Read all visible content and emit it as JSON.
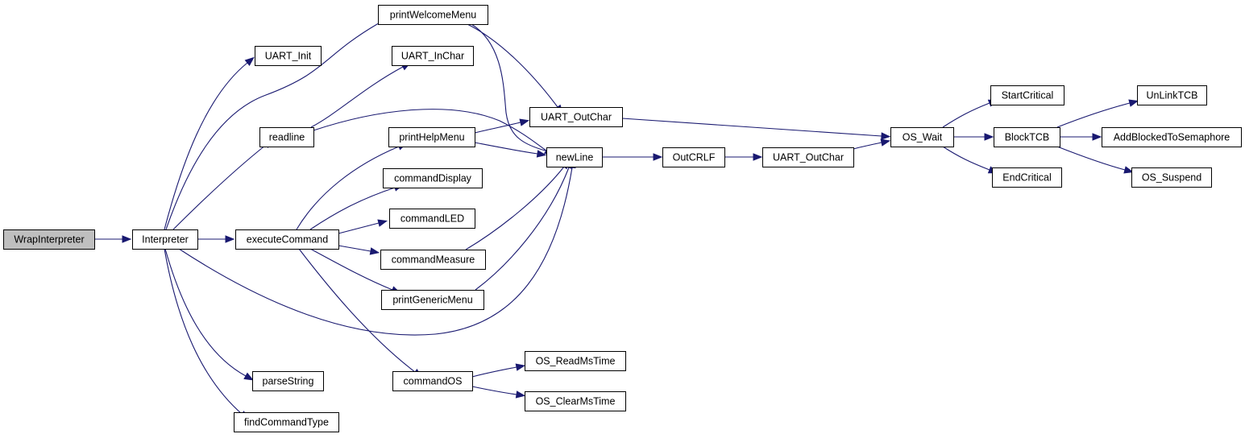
{
  "diagram": {
    "nodes": [
      {
        "id": "WrapInterpreter",
        "label": "WrapInterpreter",
        "root": true
      },
      {
        "id": "Interpreter",
        "label": "Interpreter"
      },
      {
        "id": "UART_Init",
        "label": "UART_Init"
      },
      {
        "id": "printWelcomeMenu",
        "label": "printWelcomeMenu"
      },
      {
        "id": "readline",
        "label": "readline"
      },
      {
        "id": "executeCommand",
        "label": "executeCommand"
      },
      {
        "id": "parseString",
        "label": "parseString"
      },
      {
        "id": "findCommandType",
        "label": "findCommandType"
      },
      {
        "id": "UART_InChar",
        "label": "UART_InChar"
      },
      {
        "id": "printHelpMenu",
        "label": "printHelpMenu"
      },
      {
        "id": "commandDisplay",
        "label": "commandDisplay"
      },
      {
        "id": "commandLED",
        "label": "commandLED"
      },
      {
        "id": "commandMeasure",
        "label": "commandMeasure"
      },
      {
        "id": "printGenericMenu",
        "label": "printGenericMenu"
      },
      {
        "id": "commandOS",
        "label": "commandOS"
      },
      {
        "id": "UART_OutChar_1",
        "label": "UART_OutChar"
      },
      {
        "id": "newLine",
        "label": "newLine"
      },
      {
        "id": "OS_ReadMsTime",
        "label": "OS_ReadMsTime"
      },
      {
        "id": "OS_ClearMsTime",
        "label": "OS_ClearMsTime"
      },
      {
        "id": "OutCRLF",
        "label": "OutCRLF"
      },
      {
        "id": "UART_OutChar_2",
        "label": "UART_OutChar"
      },
      {
        "id": "OS_Wait",
        "label": "OS_Wait"
      },
      {
        "id": "StartCritical",
        "label": "StartCritical"
      },
      {
        "id": "BlockTCB",
        "label": "BlockTCB"
      },
      {
        "id": "EndCritical",
        "label": "EndCritical"
      },
      {
        "id": "UnLinkTCB",
        "label": "UnLinkTCB"
      },
      {
        "id": "AddBlockedToSemaphore",
        "label": "AddBlockedToSemaphore"
      },
      {
        "id": "OS_Suspend",
        "label": "OS_Suspend"
      }
    ],
    "edges": [
      {
        "from": "WrapInterpreter",
        "to": "Interpreter"
      },
      {
        "from": "Interpreter",
        "to": "UART_Init"
      },
      {
        "from": "Interpreter",
        "to": "printWelcomeMenu"
      },
      {
        "from": "Interpreter",
        "to": "readline"
      },
      {
        "from": "Interpreter",
        "to": "executeCommand"
      },
      {
        "from": "Interpreter",
        "to": "parseString"
      },
      {
        "from": "Interpreter",
        "to": "findCommandType"
      },
      {
        "from": "Interpreter",
        "to": "newLine"
      },
      {
        "from": "printWelcomeMenu",
        "to": "UART_OutChar_1"
      },
      {
        "from": "printWelcomeMenu",
        "to": "newLine"
      },
      {
        "from": "readline",
        "to": "UART_InChar"
      },
      {
        "from": "readline",
        "to": "newLine"
      },
      {
        "from": "executeCommand",
        "to": "printHelpMenu"
      },
      {
        "from": "executeCommand",
        "to": "commandDisplay"
      },
      {
        "from": "executeCommand",
        "to": "commandLED"
      },
      {
        "from": "executeCommand",
        "to": "commandMeasure"
      },
      {
        "from": "executeCommand",
        "to": "printGenericMenu"
      },
      {
        "from": "executeCommand",
        "to": "commandOS"
      },
      {
        "from": "printHelpMenu",
        "to": "UART_OutChar_1"
      },
      {
        "from": "printHelpMenu",
        "to": "newLine"
      },
      {
        "from": "commandMeasure",
        "to": "newLine"
      },
      {
        "from": "printGenericMenu",
        "to": "newLine"
      },
      {
        "from": "commandOS",
        "to": "OS_ReadMsTime"
      },
      {
        "from": "commandOS",
        "to": "OS_ClearMsTime"
      },
      {
        "from": "UART_OutChar_1",
        "to": "OS_Wait"
      },
      {
        "from": "newLine",
        "to": "OutCRLF"
      },
      {
        "from": "OutCRLF",
        "to": "UART_OutChar_2"
      },
      {
        "from": "UART_OutChar_2",
        "to": "OS_Wait"
      },
      {
        "from": "OS_Wait",
        "to": "StartCritical"
      },
      {
        "from": "OS_Wait",
        "to": "BlockTCB"
      },
      {
        "from": "OS_Wait",
        "to": "EndCritical"
      },
      {
        "from": "BlockTCB",
        "to": "UnLinkTCB"
      },
      {
        "from": "BlockTCB",
        "to": "AddBlockedToSemaphore"
      },
      {
        "from": "BlockTCB",
        "to": "OS_Suspend"
      }
    ]
  }
}
